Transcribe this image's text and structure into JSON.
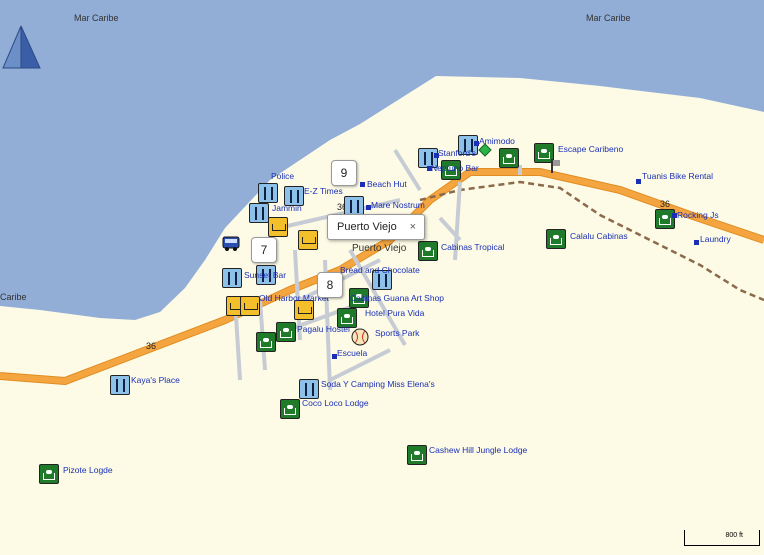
{
  "colors": {
    "sea": "#92aed6",
    "land": "#fdfbe6",
    "road": "#f4a540",
    "label": "#1a2fb5",
    "lodging": "#1f7a2a"
  },
  "sea_labels": {
    "top_left": "Mar Caribe",
    "top_right": "Mar Caribe",
    "left": "Caribe"
  },
  "compass_icon": "north-arrow-icon",
  "road_shields": {
    "a": "36",
    "b": "36",
    "c": "36"
  },
  "cluster_bubbles": [
    "9",
    "7",
    "8"
  ],
  "callout": {
    "title": "Puerto Viejo",
    "close": "×"
  },
  "town_label": "Puerto Viejo",
  "pois": {
    "amimodo": "Amimodo",
    "escape_caribeno": "Escape Caribeno",
    "stanford": "Stanford's",
    "neptuno_bar": "Neptuno Bar",
    "tuanis": "Tuanis Bike Rental",
    "police": "Police",
    "e_z_times": "E-Z Times",
    "beach_hut": "Beach Hut",
    "jammin": "Jammin",
    "mare_nostrum": "Mare Nostrum",
    "rocking_js": "Rocking Js",
    "calalu": "Calalu Cabinas",
    "laundry": "Laundry",
    "cabinas_tropical": "Cabinas Tropical",
    "chocolate": "Bread and Chocolate",
    "sunset_bar": "Sunset Bar",
    "old_harbor": "Old Harbor Market",
    "cabinas_guana": "Cabinas Guana Art Shop",
    "hotel_pura_vida": "Hotel Pura Vida",
    "pagalu": "Pagalu Hostel",
    "sports_park": "Sports Park",
    "escuela": "Escuela",
    "kayas": "Kaya's Place",
    "soda": "Soda Y Camping Miss Elena's",
    "coco_loco": "Coco Loco Lodge",
    "cashew": "Cashew Hill Jungle Lodge",
    "pizote": "Pizote Logde"
  },
  "scale": {
    "label": "800 ft"
  }
}
